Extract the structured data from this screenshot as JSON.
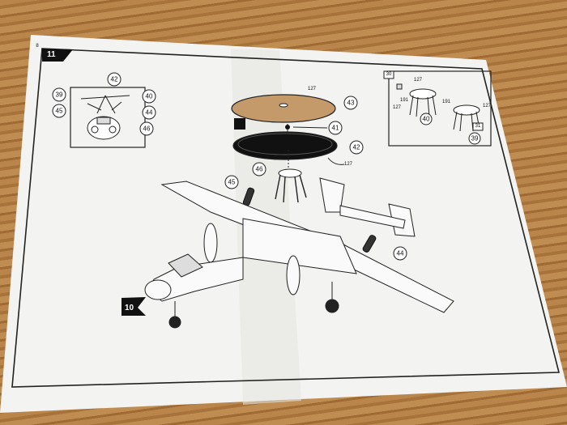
{
  "page_number": "8",
  "step_main": "11",
  "step_prev": "10",
  "inset_left_labels": [
    "42",
    "39",
    "40",
    "45",
    "44",
    "46"
  ],
  "disc_labels": [
    "127",
    "43",
    "41",
    "42",
    "127"
  ],
  "main_labels": [
    "45",
    "46",
    "44"
  ],
  "inset_right_labels": [
    "30",
    "127",
    "191",
    "127",
    "40",
    "191",
    "127",
    "31",
    "39"
  ],
  "colors": {
    "paper": "#f3f3f1",
    "ink": "#111111",
    "wood": "#b07a3e",
    "disc_tan": "#c49a6a"
  }
}
